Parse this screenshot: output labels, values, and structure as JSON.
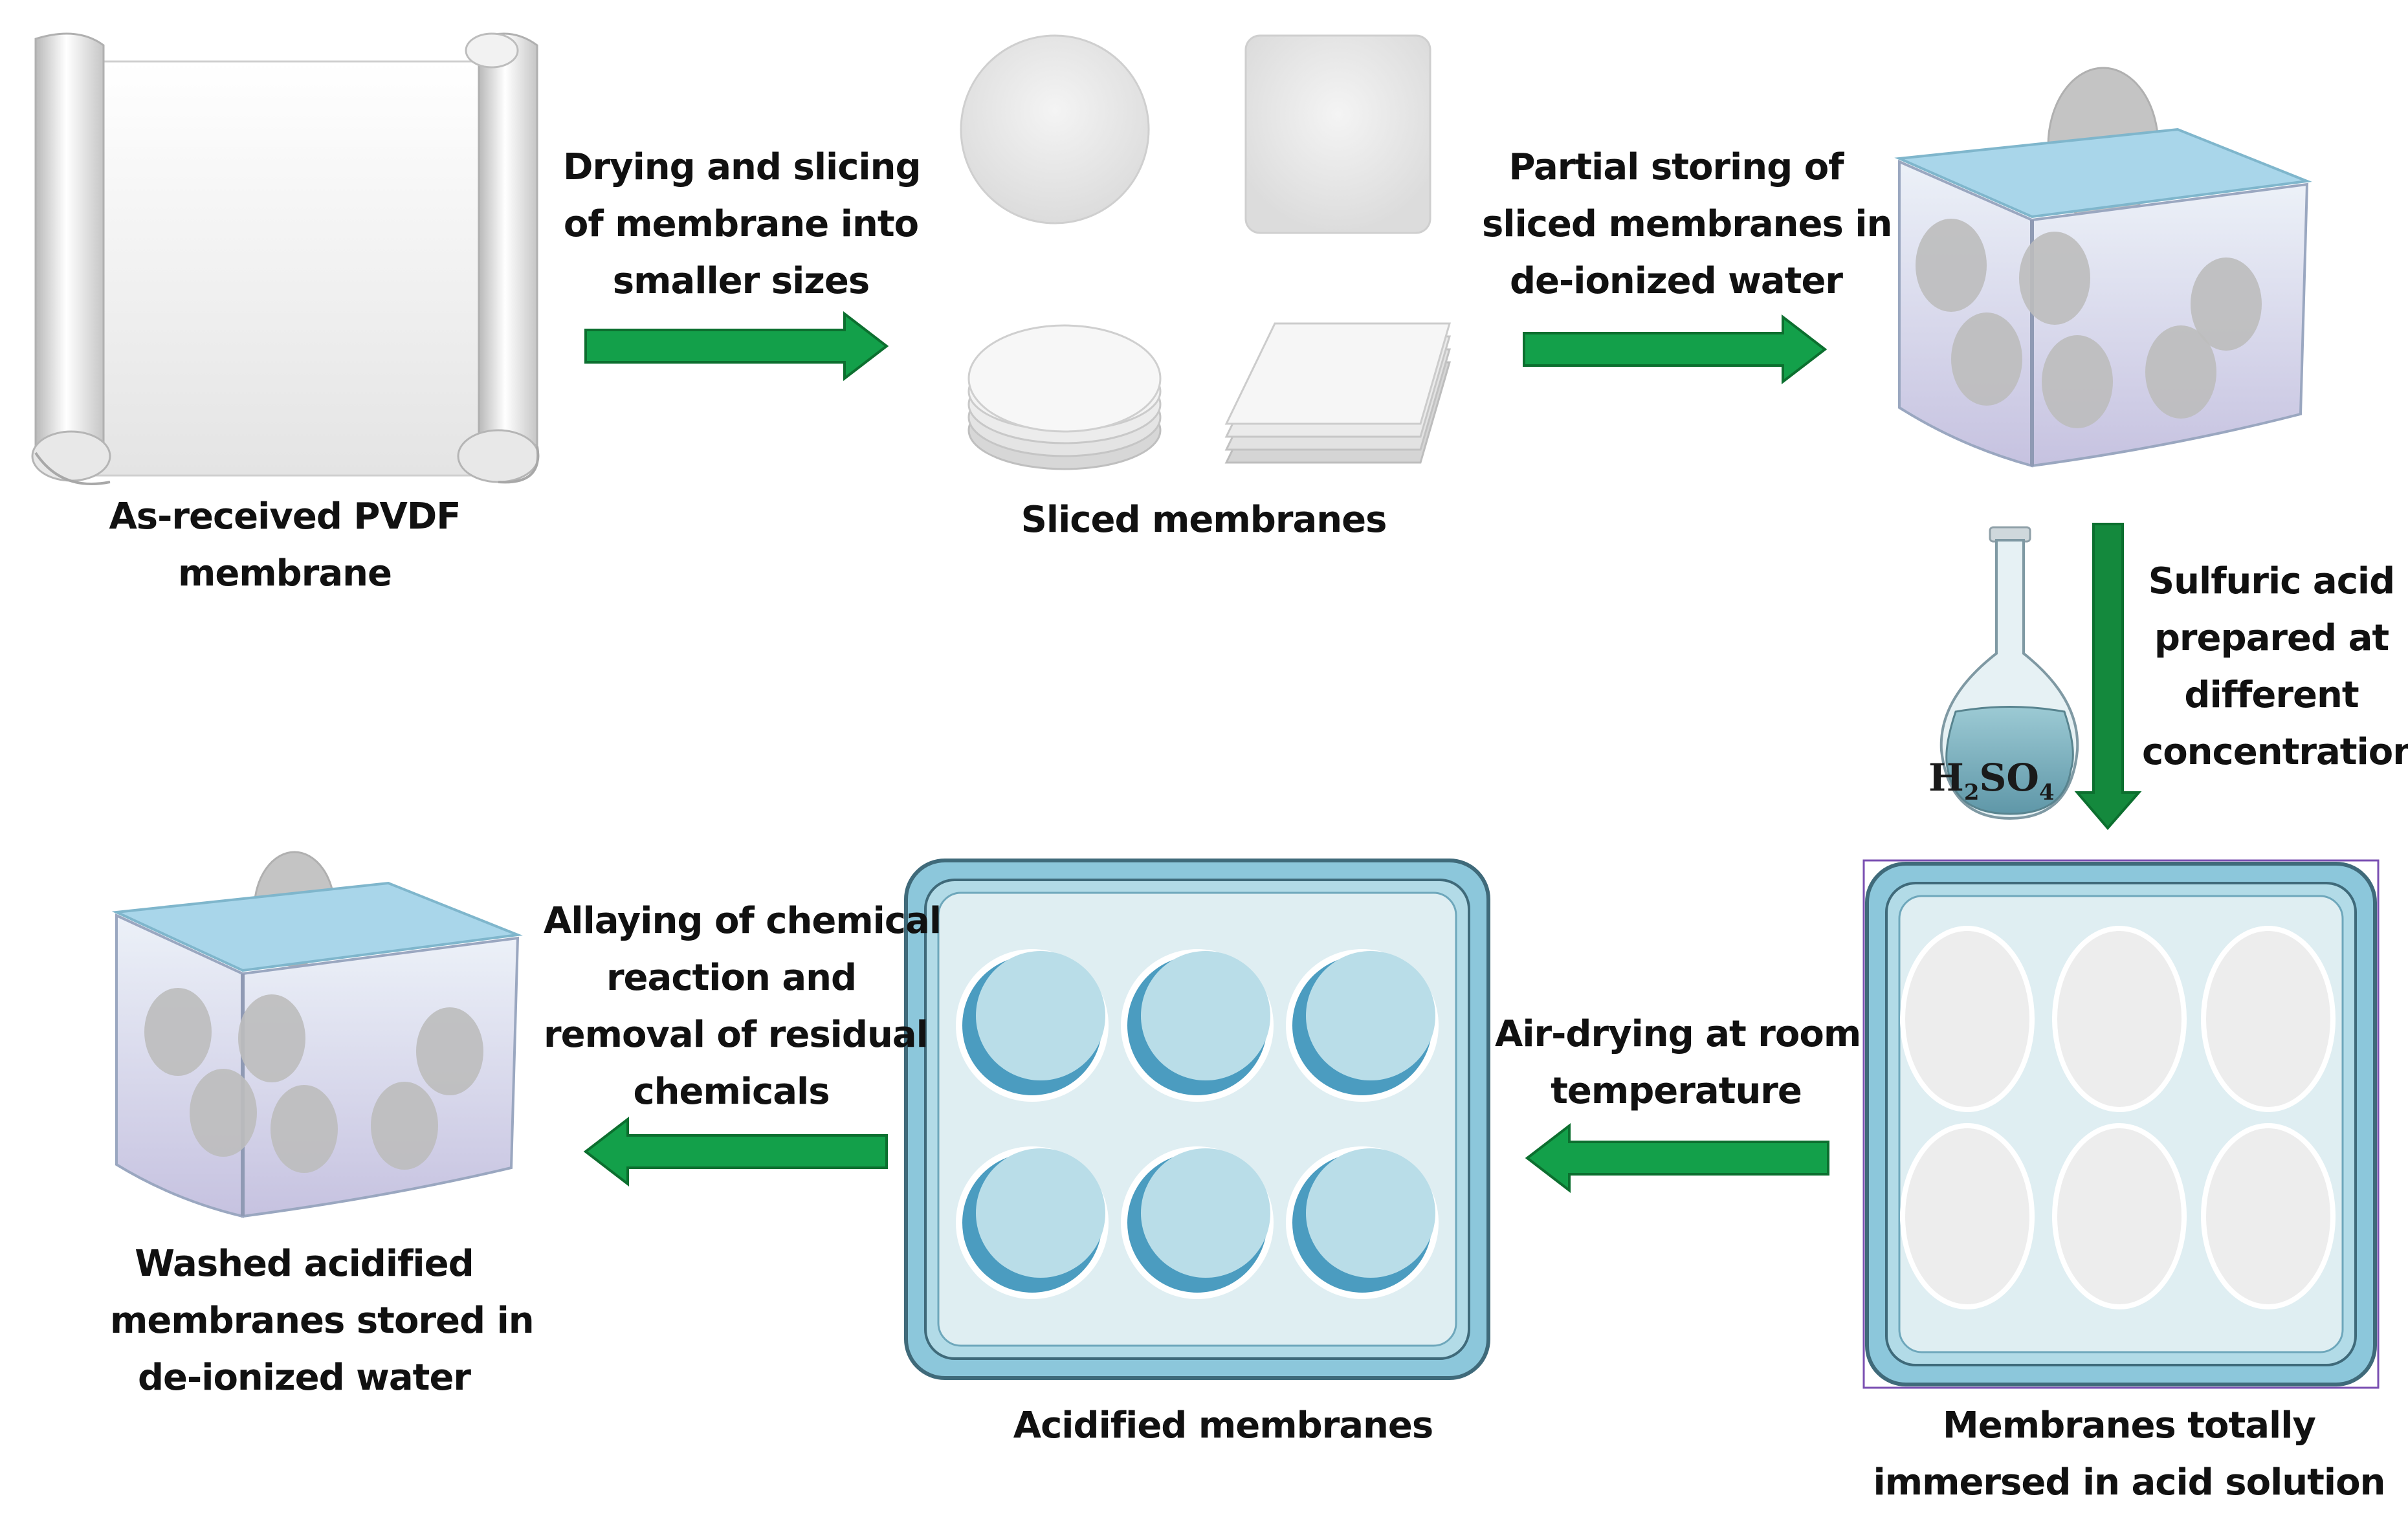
{
  "labels": {
    "pvdf": [
      "As-received PVDF",
      "membrane"
    ],
    "drying": [
      "Drying and slicing",
      "of membrane into",
      "smaller sizes"
    ],
    "sliced": [
      "Sliced membranes"
    ],
    "storing": [
      "Partial storing of",
      "sliced membranes in",
      "de-ionized water"
    ],
    "sulfuric": [
      "Sulfuric acid",
      "prepared at",
      "different",
      "concentrations"
    ],
    "immersed": [
      "Membranes totally",
      "immersed in acid solution"
    ],
    "airdrying": [
      "Air-drying at room",
      "temperature"
    ],
    "acidified": [
      "Acidified membranes"
    ],
    "allaying": [
      "Allaying of chemical",
      "reaction and",
      "removal of residual",
      "chemicals"
    ],
    "washed": [
      "Washed acidified",
      "membranes stored in",
      "de-ionized water"
    ]
  },
  "flask_formula": {
    "h": "H",
    "sub2": "2",
    "so": "SO",
    "sub4": "4"
  },
  "colors": {
    "arrow_green": "#13a04a",
    "arrow_edge": "#0c6f2f",
    "down_arrow": "#14893d",
    "tray_frame": "#7ec3d8",
    "well_blue": "#b9dde8",
    "well_shadow": "#4b9cc0",
    "water": "#a9d6ea",
    "box_bottom": "#c9c6e2",
    "membrane_gray": "#c8c8c8"
  }
}
